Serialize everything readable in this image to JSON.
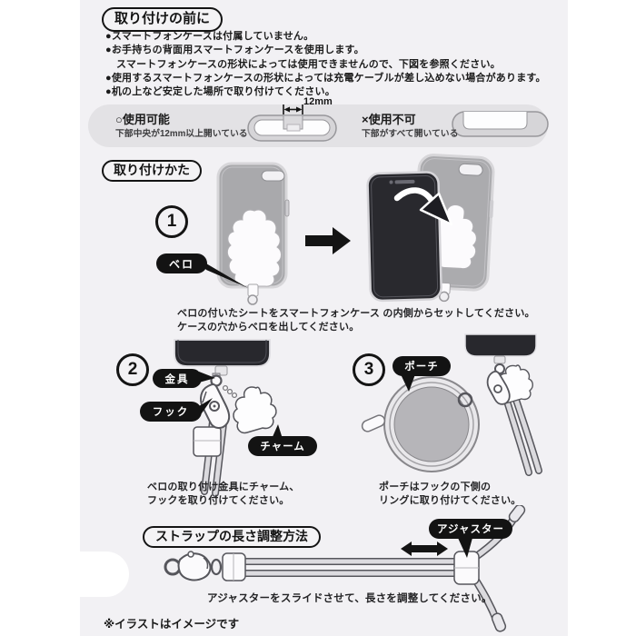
{
  "colors": {
    "paper": "#f2f1f4",
    "compat_box": "#e3e2e5",
    "label_bg": "#131313",
    "illustration_gray": "#a9a9ac",
    "dark_phone": "#28282d"
  },
  "before": {
    "title": "取り付けの前に",
    "bullets": [
      "●スマートフォンケースは付属していません。",
      "●お手持ちの背面用スマートフォンケースを使用します。",
      "スマートフォンケースの形状によっては使用できませんので、下図を参照ください。",
      "●使用するスマートフォンケースの形状によっては充電ケーブルが差し込めない場合があります。",
      "●机の上など安定した場所で取り付けてください。"
    ]
  },
  "compat": {
    "ok_title": "○使用可能",
    "ok_desc": "下部中央が12mm以上開いている",
    "measure": "12mm",
    "ng_title": "×使用不可",
    "ng_desc": "下部がすべて開いている"
  },
  "attach": {
    "title": "取り付けかた",
    "step1": {
      "num": "1",
      "label_bero": "ベロ",
      "caption1": "ベロの付いたシートをスマートフォンケース の内側からセットしてください。",
      "caption2": "ケースの穴からベロを出してください。"
    },
    "step2": {
      "num": "2",
      "label_kanagu": "金具",
      "label_hook": "フック",
      "label_charm": "チャーム",
      "caption1": "ベロの取り付け金具にチャーム、",
      "caption2": "フックを取り付けてください。"
    },
    "step3": {
      "num": "3",
      "label_pouch": "ポーチ",
      "caption1": "ポーチはフックの下側の",
      "caption2": "リングに取り付けてください。"
    }
  },
  "strap": {
    "title": "ストラップの長さ調整方法",
    "label_adjuster": "アジャスター",
    "caption": "アジャスターをスライドさせて、長さを調整してください。"
  },
  "footer": {
    "note": "※イラストはイメージです"
  }
}
